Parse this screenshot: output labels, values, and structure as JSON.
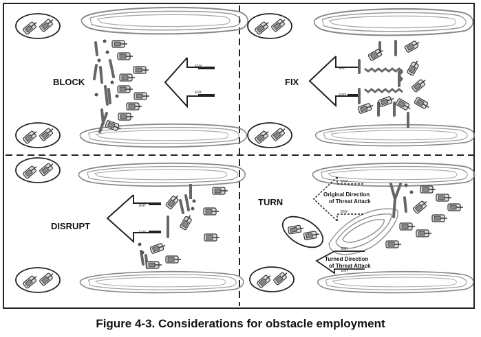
{
  "caption": "Figure 4-3. Considerations for obstacle employment",
  "quadrants": {
    "block": {
      "label": "BLOCK",
      "eny_1": "ENY",
      "eny_2": "ENY"
    },
    "fix": {
      "label": "FIX",
      "eny_1": "ENY",
      "eny_2": "ENY"
    },
    "disrupt": {
      "label": "DISRUPT",
      "eny_1": "ENY",
      "eny_2": "ENY"
    },
    "turn": {
      "label": "TURN",
      "eny_1": "ENY",
      "eny_2": "ENY",
      "eny_3": "ENY",
      "eny_4": "ENY",
      "original_line1": "Original Direction",
      "original_line2": "of Threat Attack",
      "turned_line1": "Turned Direction",
      "turned_line2": "of Threat Attack"
    }
  },
  "colors": {
    "line": "#222222",
    "obstacle": "#666666",
    "vehicle": "#555555",
    "terrain": "#888888"
  }
}
